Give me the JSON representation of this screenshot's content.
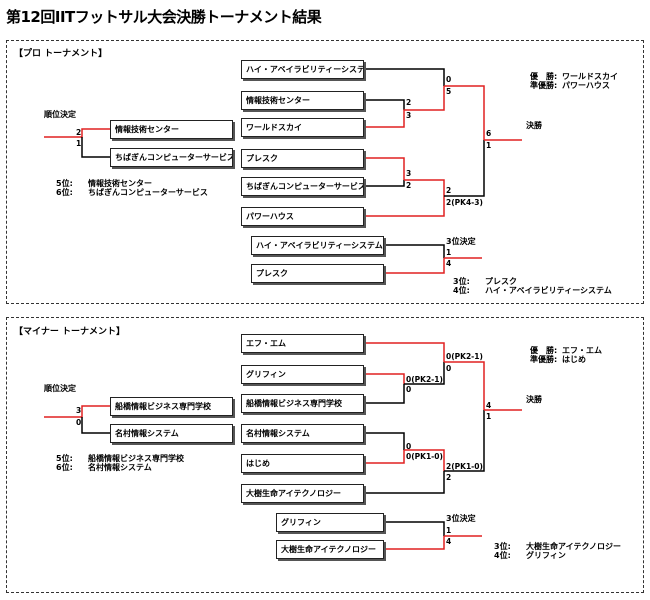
{
  "title": "第12回IITフットサル大会決勝トーナメント結果",
  "pro": {
    "panel_title": "【プロ トーナメント】",
    "teams": [
      "ハイ・アベイラビリティーシステム",
      "情報技術センター",
      "ワールドスカイ",
      "プレスク",
      "ちばぎんコンピューターサービス",
      "パワーハウス"
    ],
    "scores": {
      "r1a_top": "2",
      "r1a_bot": "3",
      "r1b_top": "3",
      "r1b_bot": "2",
      "sfa_top": "0",
      "sfa_bot": "5",
      "sfb_top": "2",
      "sfb_bot": "2(PK4-3)",
      "final_top": "6",
      "final_bot": "1"
    },
    "final_label": "決勝",
    "champion_key": "優　勝:",
    "champion": "ワールドスカイ",
    "runnerup_key": "準優勝:",
    "runnerup": "パワーハウス",
    "ranking_label": "順位決定",
    "ranking_teams": [
      "情報技術センター",
      "ちばぎんコンピューターサービス"
    ],
    "ranking_scores": [
      "2",
      "1"
    ],
    "fifth_key": "5位:",
    "fifth": "情報技術センター",
    "sixth_key": "6位:",
    "sixth": "ちばぎんコンピューターサービス",
    "third_label": "3位決定",
    "third_teams": [
      "ハイ・アベイラビリティーシステム",
      "プレスク"
    ],
    "third_scores": [
      "1",
      "4"
    ],
    "third_key": "3位:",
    "third": "プレスク",
    "fourth_key": "4位:",
    "fourth": "ハイ・アベイラビリティーシステム"
  },
  "minor": {
    "panel_title": "【マイナー トーナメント】",
    "teams": [
      "エフ・エム",
      "グリフィン",
      "船橋情報ビジネス専門学校",
      "名村情報システム",
      "はじめ",
      "大樹生命アイテクノロジー"
    ],
    "scores": {
      "r1a_top": "0(PK2-1)",
      "r1a_bot": "0",
      "r1b_top": "0",
      "r1b_bot": "0(PK1-0)",
      "sfa_top": "0(PK2-1)",
      "sfa_bot": "0",
      "sfb_top": "2(PK1-0)",
      "sfb_bot": "2",
      "final_top": "4",
      "final_bot": "1"
    },
    "final_label": "決勝",
    "champion_key": "優　勝:",
    "champion": "エフ・エム",
    "runnerup_key": "準優勝:",
    "runnerup": "はじめ",
    "ranking_label": "順位決定",
    "ranking_teams": [
      "船橋情報ビジネス専門学校",
      "名村情報システム"
    ],
    "ranking_scores": [
      "3",
      "0"
    ],
    "fifth_key": "5位:",
    "fifth": "船橋情報ビジネス専門学校",
    "sixth_key": "6位:",
    "sixth": "名村情報システム",
    "third_label": "3位決定",
    "third_teams": [
      "グリフィン",
      "大樹生命アイテクノロジー"
    ],
    "third_scores": [
      "1",
      "4"
    ],
    "third_key": "3位:",
    "third": "大樹生命アイテクノロジー",
    "fourth_key": "4位:",
    "fourth": "グリフィン"
  },
  "colors": {
    "winner_line": "#e02020",
    "loser_line": "#000000"
  }
}
